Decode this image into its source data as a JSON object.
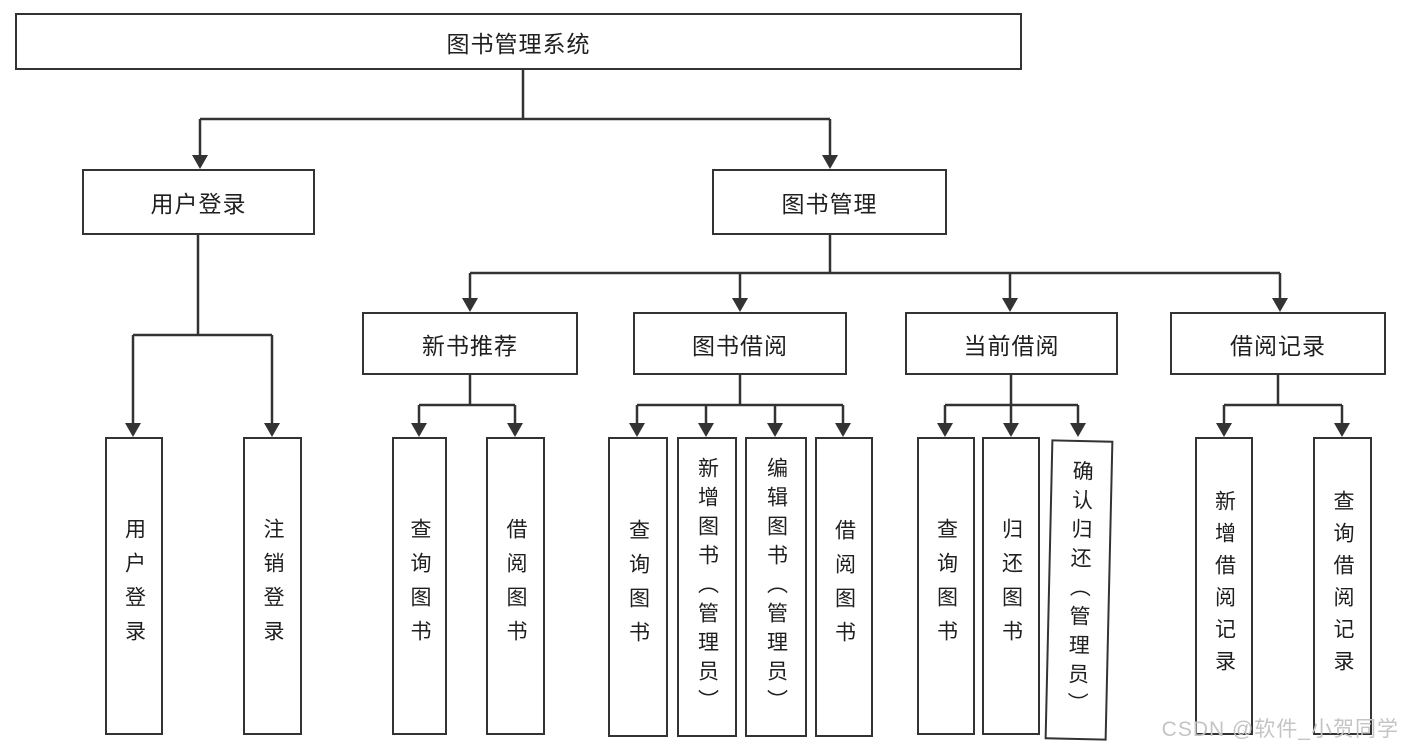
{
  "tree": {
    "root": {
      "label": "图书管理系统",
      "children": [
        {
          "label": "用户登录",
          "children": [
            {
              "label": "用户登录"
            },
            {
              "label": "注销登录"
            }
          ]
        },
        {
          "label": "图书管理",
          "children": [
            {
              "label": "新书推荐",
              "children": [
                {
                  "label": "查询图书"
                },
                {
                  "label": "借阅图书"
                }
              ]
            },
            {
              "label": "图书借阅",
              "children": [
                {
                  "label": "查询图书"
                },
                {
                  "label": "新增图书（管理员）"
                },
                {
                  "label": "编辑图书（管理员）"
                },
                {
                  "label": "借阅图书"
                }
              ]
            },
            {
              "label": "当前借阅",
              "children": [
                {
                  "label": "查询图书"
                },
                {
                  "label": "归还图书"
                },
                {
                  "label": "确认归还（管理员）"
                }
              ]
            },
            {
              "label": "借阅记录",
              "children": [
                {
                  "label": "新增借阅记录"
                },
                {
                  "label": "查询借阅记录"
                }
              ]
            }
          ]
        }
      ]
    }
  },
  "watermark": {
    "text": "CSDN @软件_小贺同学"
  },
  "colors": {
    "line": "#333333",
    "box_border": "#333333",
    "text": "#1f1f1f",
    "watermark": "#c4c4c4",
    "background": "#ffffff"
  }
}
